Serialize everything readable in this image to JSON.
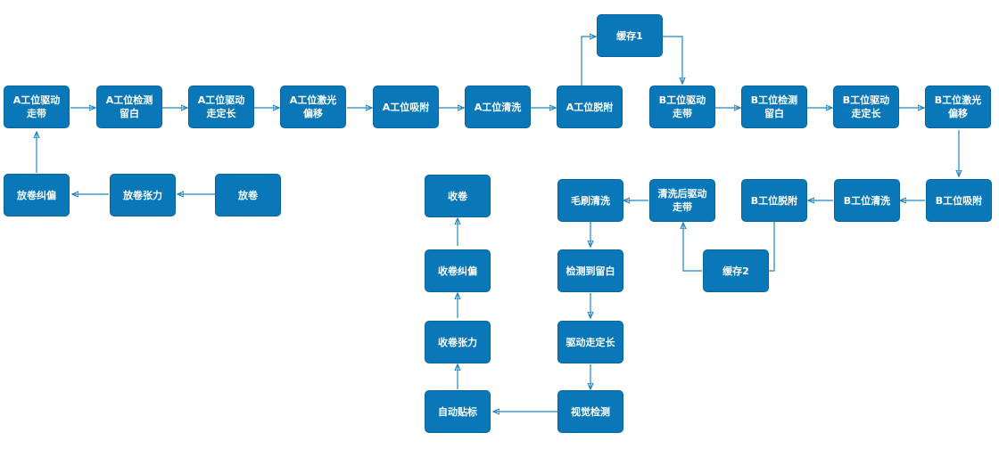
{
  "colors": {
    "node_fill": "#0a78b8",
    "node_border": "#08659c",
    "edge": "#1f86c0",
    "text": "#ffffff",
    "background": "#ffffff"
  },
  "nodes": {
    "a_drive_belt": "A工位驱动走带",
    "a_inspect_stay": "A工位检测留白",
    "a_drive_length": "A工位驱动走定长",
    "a_laser_offset": "A工位激光偏移",
    "a_suction": "A工位吸附",
    "a_clean": "A工位清洗",
    "a_release": "A工位脱附",
    "buffer1": "缓存1",
    "b_drive_belt": "B工位驱动走带",
    "b_inspect_stay": "B工位检测留白",
    "b_drive_length": "B工位驱动走定长",
    "b_laser_offset": "B工位激光偏移",
    "b_suction": "B工位吸附",
    "b_clean": "B工位清洗",
    "b_release": "B工位脱附",
    "post_clean_drive": "清洗后驱动走带",
    "buffer2": "缓存2",
    "brush_clean": "毛刷清洗",
    "inspect_to_stay": "检测到留白",
    "drive_length": "驱动走定长",
    "vision_inspect": "视觉检测",
    "auto_label": "自动贴标",
    "rewind_tension": "收卷张力",
    "rewind_correct": "收卷纠偏",
    "rewind": "收卷",
    "unwind": "放卷",
    "unwind_tension": "放卷张力",
    "unwind_correct": "放卷纠偏"
  },
  "edges": [
    [
      "unwind",
      "unwind_tension"
    ],
    [
      "unwind_tension",
      "unwind_correct"
    ],
    [
      "unwind_correct",
      "a_drive_belt"
    ],
    [
      "a_drive_belt",
      "a_inspect_stay"
    ],
    [
      "a_inspect_stay",
      "a_drive_length"
    ],
    [
      "a_drive_length",
      "a_laser_offset"
    ],
    [
      "a_laser_offset",
      "a_suction"
    ],
    [
      "a_suction",
      "a_clean"
    ],
    [
      "a_clean",
      "a_release"
    ],
    [
      "a_release",
      "buffer1"
    ],
    [
      "buffer1",
      "b_drive_belt"
    ],
    [
      "b_drive_belt",
      "b_inspect_stay"
    ],
    [
      "b_inspect_stay",
      "b_drive_length"
    ],
    [
      "b_drive_length",
      "b_laser_offset"
    ],
    [
      "b_laser_offset",
      "b_suction"
    ],
    [
      "b_suction",
      "b_clean"
    ],
    [
      "b_clean",
      "b_release"
    ],
    [
      "b_release",
      "buffer2"
    ],
    [
      "buffer2",
      "post_clean_drive"
    ],
    [
      "post_clean_drive",
      "brush_clean"
    ],
    [
      "brush_clean",
      "inspect_to_stay"
    ],
    [
      "inspect_to_stay",
      "drive_length"
    ],
    [
      "drive_length",
      "vision_inspect"
    ],
    [
      "vision_inspect",
      "auto_label"
    ],
    [
      "auto_label",
      "rewind_tension"
    ],
    [
      "rewind_tension",
      "rewind_correct"
    ],
    [
      "rewind_correct",
      "rewind"
    ]
  ]
}
